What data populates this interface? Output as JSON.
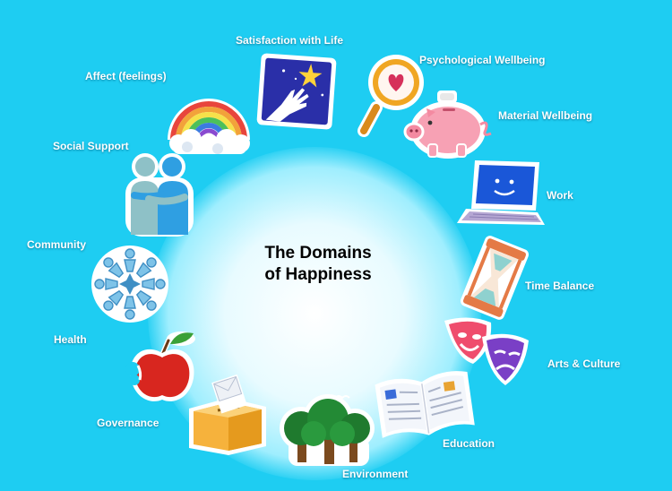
{
  "diagram": {
    "title_line1": "The Domains",
    "title_line2": "of Happiness",
    "domains": [
      {
        "label": "Satisfaction with Life",
        "icon": "hand-stars-icon"
      },
      {
        "label": "Psychological Wellbeing",
        "icon": "mirror-heart-icon"
      },
      {
        "label": "Material Wellbeing",
        "icon": "piggy-bank-icon"
      },
      {
        "label": "Work",
        "icon": "laptop-icon"
      },
      {
        "label": "Time Balance",
        "icon": "hourglass-icon"
      },
      {
        "label": "Arts & Culture",
        "icon": "theater-masks-icon"
      },
      {
        "label": "Education",
        "icon": "open-book-icon"
      },
      {
        "label": "Environment",
        "icon": "trees-icon"
      },
      {
        "label": "Governance",
        "icon": "ballot-box-icon"
      },
      {
        "label": "Health",
        "icon": "apple-icon"
      },
      {
        "label": "Community",
        "icon": "people-circle-icon"
      },
      {
        "label": "Social Support",
        "icon": "hugging-people-icon"
      },
      {
        "label": "Affect (feelings)",
        "icon": "rainbow-icon"
      }
    ],
    "colors": {
      "background": "#1ecdf2",
      "label_text": "#ffffff",
      "title_text": "#000000"
    }
  }
}
